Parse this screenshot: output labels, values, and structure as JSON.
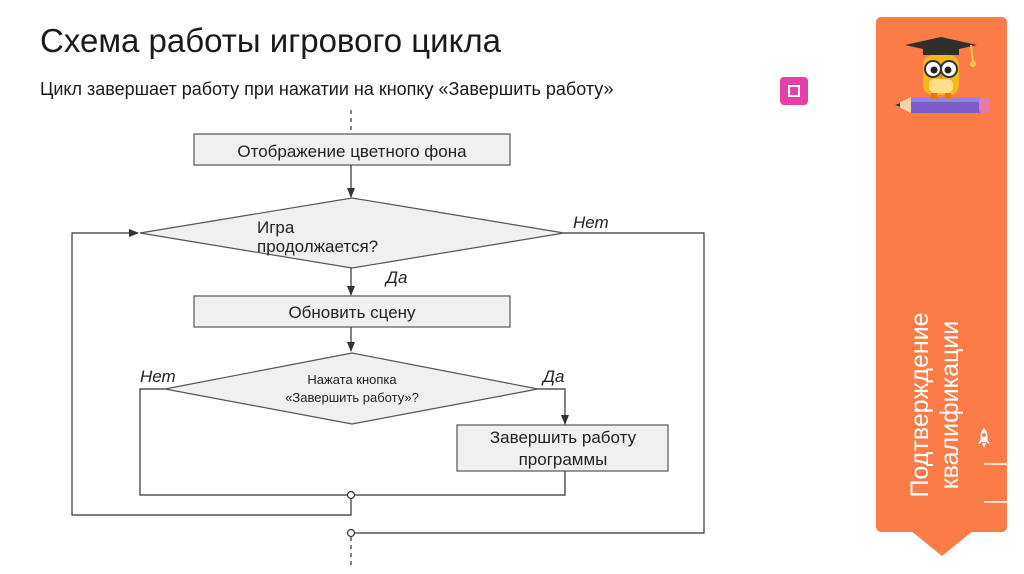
{
  "title": "Схема работы игрового цикла",
  "subtitle": "Цикл завершает работу при нажатии на кнопку «Завершить работу»",
  "flowchart": {
    "box_background": "Отображение цветного фона",
    "decision_game": [
      "Игра",
      "продолжается?"
    ],
    "label_no_game": "Нет",
    "label_yes_game": "Да",
    "box_update": "Обновить сцену",
    "decision_button": [
      "Нажата кнопка",
      "«Завершить работу»?"
    ],
    "label_no_button": "Нет",
    "label_yes_button": "Да",
    "box_finish": [
      "Завершить работу",
      "программы"
    ]
  },
  "side_panel": {
    "text_lines": [
      "Подтверждение",
      "квалификации"
    ],
    "color": "#fb7c47"
  },
  "icons": {
    "mascot": "owl-mascot-on-pencil",
    "rocket": "rocket-icon",
    "button": "pink-square-button"
  }
}
